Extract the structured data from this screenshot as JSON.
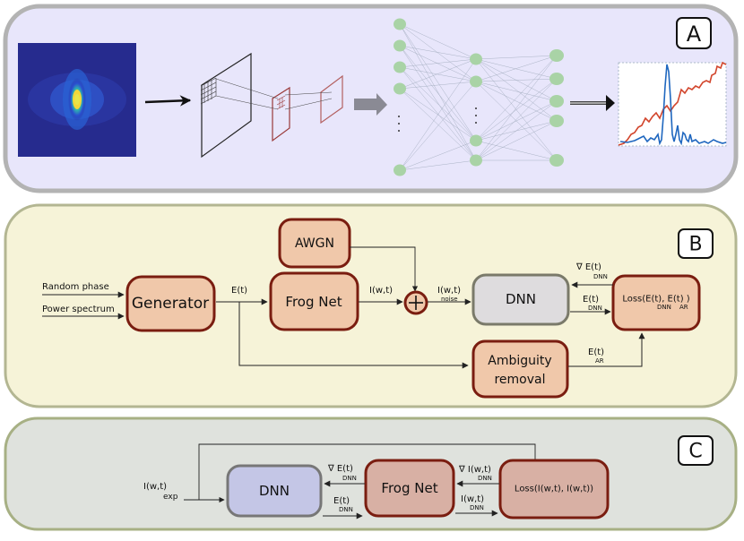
{
  "panels": {
    "a": {
      "tag": "A"
    },
    "b": {
      "tag": "B"
    },
    "c": {
      "tag": "C"
    }
  },
  "panel_b": {
    "inputs": [
      "Random phase",
      "Power spectrum"
    ],
    "boxes": {
      "generator": "Generator",
      "awgn": "AWGN",
      "frog_net": "Frog Net",
      "dnn": "DNN",
      "ambiguity_line1": "Ambiguity",
      "ambiguity_line2": "removal",
      "loss": {
        "main": "Loss(E(t), E(t) )",
        "sub1": "DNN",
        "sub2": "AR"
      }
    },
    "labels": {
      "e_t": "E(t)",
      "i_wt": "I(w,t)",
      "i_noise": {
        "main": "I(w,t)",
        "sub": "noise"
      },
      "grad_e_dnn": {
        "main": "∇ E(t)",
        "sub": "DNN"
      },
      "e_dnn": {
        "main": "E(t)",
        "sub": "DNN"
      },
      "e_ar": {
        "main": "E(t)",
        "sub": "AR"
      }
    }
  },
  "panel_c": {
    "boxes": {
      "dnn": "DNN",
      "frog_net": "Frog Net",
      "loss": "Loss(I(w,t),  I(w,t))"
    },
    "labels": {
      "i_exp": {
        "main": "I(w,t)",
        "sub": "exp"
      },
      "grad_e_dnn": {
        "main": "∇ E(t)",
        "sub": "DNN"
      },
      "e_dnn": {
        "main": "E(t)",
        "sub": "DNN"
      },
      "grad_i_dnn": {
        "main": "∇ I(w,t)",
        "sub": "DNN"
      },
      "i_dnn": {
        "main": "I(w,t)",
        "sub": "DNN"
      }
    }
  },
  "colors": {
    "panel_a_bg": "#e8e6fb",
    "panel_b_bg": "#f6f3d8",
    "panel_c_bg": "#dfe2dd",
    "box_fill": "#f0c8aa",
    "box_stroke": "#7a1d10",
    "dnn_b_fill": "#dedcde",
    "dnn_c_fill": "#c4c6e6",
    "frog_c_fill": "#d8b0a4",
    "node": "#a9d3a6",
    "plot_red": "#d2452c",
    "plot_blue": "#1f67bf"
  }
}
